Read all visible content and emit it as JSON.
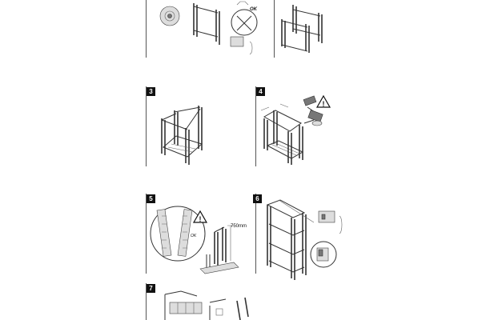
{
  "steps": [
    {
      "number": "3"
    },
    {
      "number": "4"
    },
    {
      "number": "5"
    },
    {
      "number": "6"
    },
    {
      "number": "7"
    }
  ],
  "callouts": {
    "ok_top": "OK",
    "ok_step5": "OK",
    "measure_step5": "750mm"
  },
  "icons": [
    "warning-triangle-icon",
    "mallet-icon",
    "nut-bolt-icon"
  ]
}
